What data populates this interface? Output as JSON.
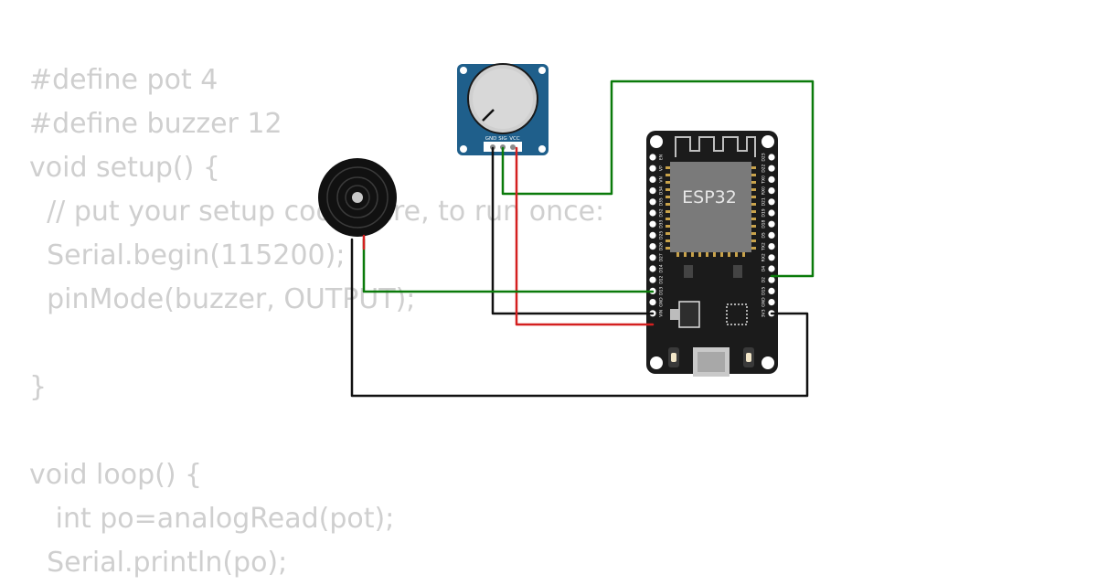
{
  "code_lines": [
    "#define pot 4",
    "#define buzzer 12",
    "void setup() {",
    "  // put your setup code here, to run once:",
    "  Serial.begin(115200);",
    "  pinMode(buzzer, OUTPUT);",
    "",
    "}",
    "",
    "void loop() {",
    "   int po=analogRead(pot);",
    "  Serial.println(po);"
  ],
  "esp32": {
    "chip_label": "ESP32",
    "left_pins": [
      "EN",
      "VP",
      "VN",
      "D34",
      "D35",
      "D32",
      "D33",
      "D25",
      "D26",
      "D27",
      "D14",
      "D12",
      "D13",
      "GND",
      "VIN"
    ],
    "right_pins": [
      "D23",
      "D22",
      "TX0",
      "RX0",
      "D21",
      "D19",
      "D18",
      "D5",
      "TX2",
      "RX2",
      "D4",
      "D2",
      "D15",
      "GND",
      "3V3"
    ]
  },
  "potentiometer": {
    "pins": [
      "GND",
      "SIG",
      "VCC"
    ]
  },
  "colors": {
    "wire_green": "#0a7a0a",
    "wire_red": "#d42020",
    "wire_black": "#111111",
    "pot_board": "#1f5f8b",
    "board_black": "#1b1b1b",
    "code_text": "#cfcfcf"
  }
}
